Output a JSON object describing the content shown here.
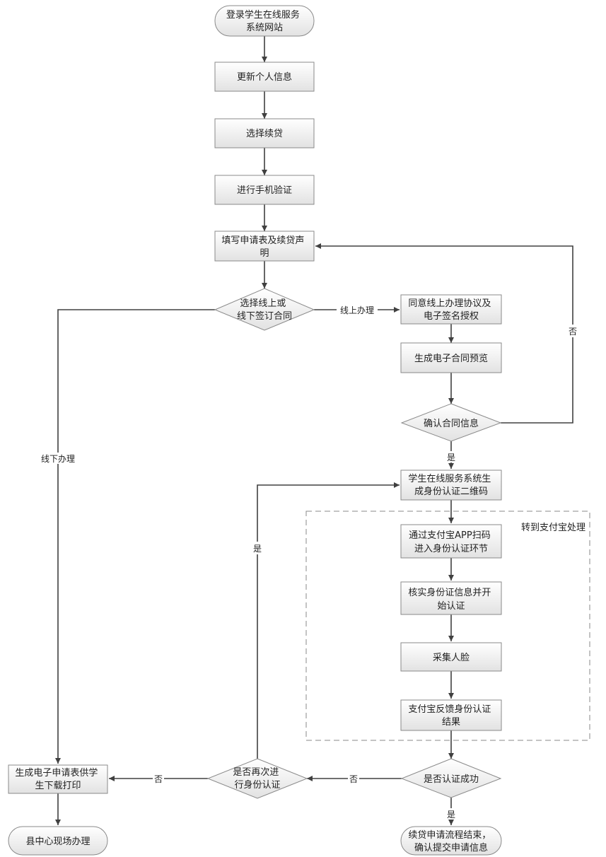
{
  "flowchart": {
    "nodes": {
      "start": [
        "登录学生在线服务",
        "系统网站"
      ],
      "update_info": [
        "更新个人信息"
      ],
      "select_renewal": [
        "选择续贷"
      ],
      "phone_verify": [
        "进行手机验证"
      ],
      "fill_form": [
        "填写申请表及续贷声",
        "明"
      ],
      "choose_sign": [
        "选择线上或",
        "线下签订合同"
      ],
      "agree_online": [
        "同意线上办理协议及",
        "电子签名授权"
      ],
      "preview_contract": [
        "生成电子合同预览"
      ],
      "confirm_contract": [
        "确认合同信息"
      ],
      "gen_qrcode": [
        "学生在线服务系统生",
        "成身份认证二维码"
      ],
      "scan_alipay": [
        "通过支付宝APP扫码",
        "进入身份认证环节"
      ],
      "verify_id": [
        "核实身份证信息并开",
        "始认证"
      ],
      "face_capture": [
        "采集人脸"
      ],
      "alipay_feedback": [
        "支付宝反馈身份认证",
        "结果"
      ],
      "auth_success": [
        "是否认证成功"
      ],
      "finish": [
        "续贷申请流程结束，",
        "确认提交申请信息"
      ],
      "retry_auth": [
        "是否再次进",
        "行身份认证"
      ],
      "gen_print": [
        "生成电子申请表供学",
        "生下载打印"
      ],
      "county_center": [
        "县中心现场办理"
      ]
    },
    "group_label": "转到支付宝处理",
    "edge_labels": {
      "online": "线上办理",
      "offline": "线下办理",
      "confirm_no": "否",
      "confirm_yes": "是",
      "auth_yes": "是",
      "auth_no": "否",
      "retry_yes": "是",
      "retry_no": "否"
    },
    "colors": {
      "fill_top": "#ffffff",
      "fill_bottom": "#e2e2e2",
      "border": "#8a8a8a",
      "arrow": "#404040",
      "dash": "#8a8a8a"
    }
  }
}
